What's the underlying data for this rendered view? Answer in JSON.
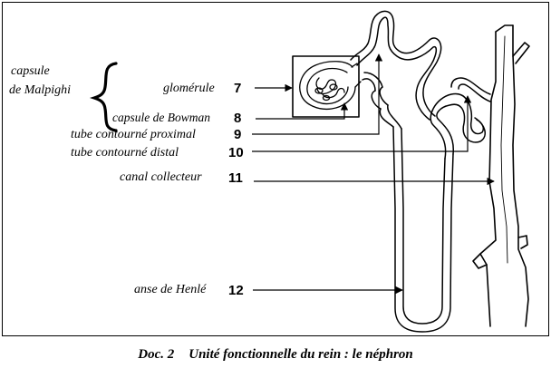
{
  "bracket": {
    "line1": "capsule",
    "line2": "de Malpighi"
  },
  "labels": [
    {
      "id": "glomerule",
      "text": "glomérule",
      "number": "7"
    },
    {
      "id": "bowman",
      "text": "capsule de Bowman",
      "number": "8"
    },
    {
      "id": "proximal",
      "text": "tube contourné proximal",
      "number": "9"
    },
    {
      "id": "distal",
      "text": "tube contourné distal",
      "number": "10"
    },
    {
      "id": "collecteur",
      "text": "canal collecteur",
      "number": "11"
    },
    {
      "id": "henle",
      "text": "anse de Henlé",
      "number": "12"
    }
  ],
  "caption": {
    "doc": "Doc. 2",
    "title": "Unité fonctionnelle du rein : le néphron"
  }
}
